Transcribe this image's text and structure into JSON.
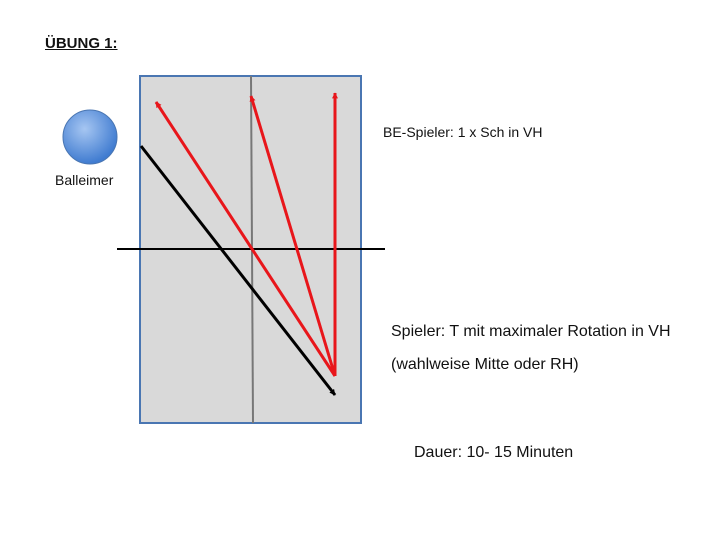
{
  "title": "ÜBUNG 1:",
  "ball_bucket": {
    "label": "Balleimer",
    "icon": "ball-bucket-circle",
    "color": "#5b93de"
  },
  "be_player": "BE-Spieler: 1 x Sch in VH",
  "player": {
    "line1": "Spieler: T mit maximaler Rotation in VH",
    "line2": "(wahlweise Mitte oder RH)"
  },
  "duration": "Dauer: 10- 15 Minuten",
  "colors": {
    "table_fill": "#d9d9d9",
    "table_border": "#4a76b2",
    "return_arrows": "#e8161b",
    "serve_arrow": "#000000",
    "net": "#000000"
  }
}
